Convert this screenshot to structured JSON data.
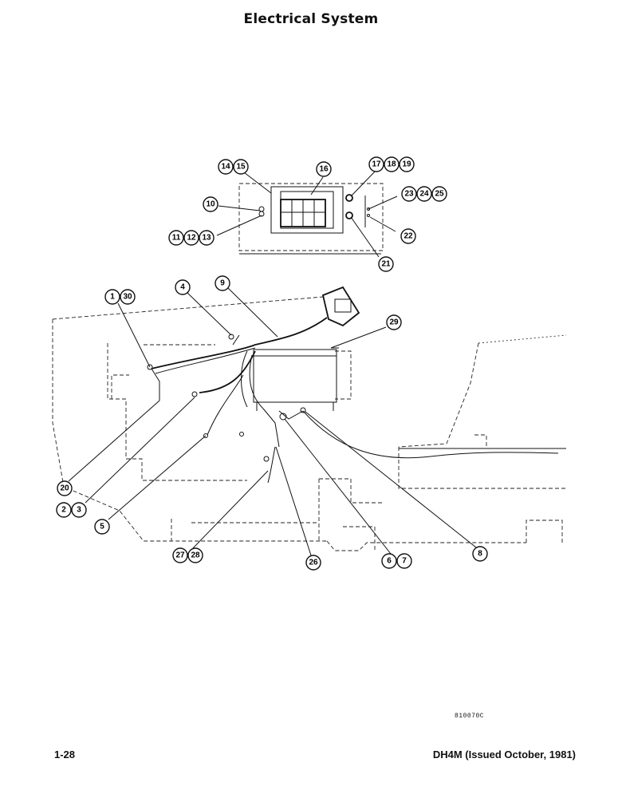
{
  "header": {
    "title": "Electrical System"
  },
  "footer": {
    "page": "1-28",
    "document": "DH4M (Issued October, 1981)"
  },
  "drawing_code": "810070C",
  "callouts": [
    "14",
    "15",
    "16",
    "17",
    "18",
    "19",
    "10",
    "23",
    "24",
    "25",
    "22",
    "11",
    "12",
    "13",
    "21",
    "9",
    "4",
    "1",
    "30",
    "29",
    "20",
    "2",
    "3",
    "5",
    "27",
    "28",
    "26",
    "6",
    "7",
    "8"
  ]
}
